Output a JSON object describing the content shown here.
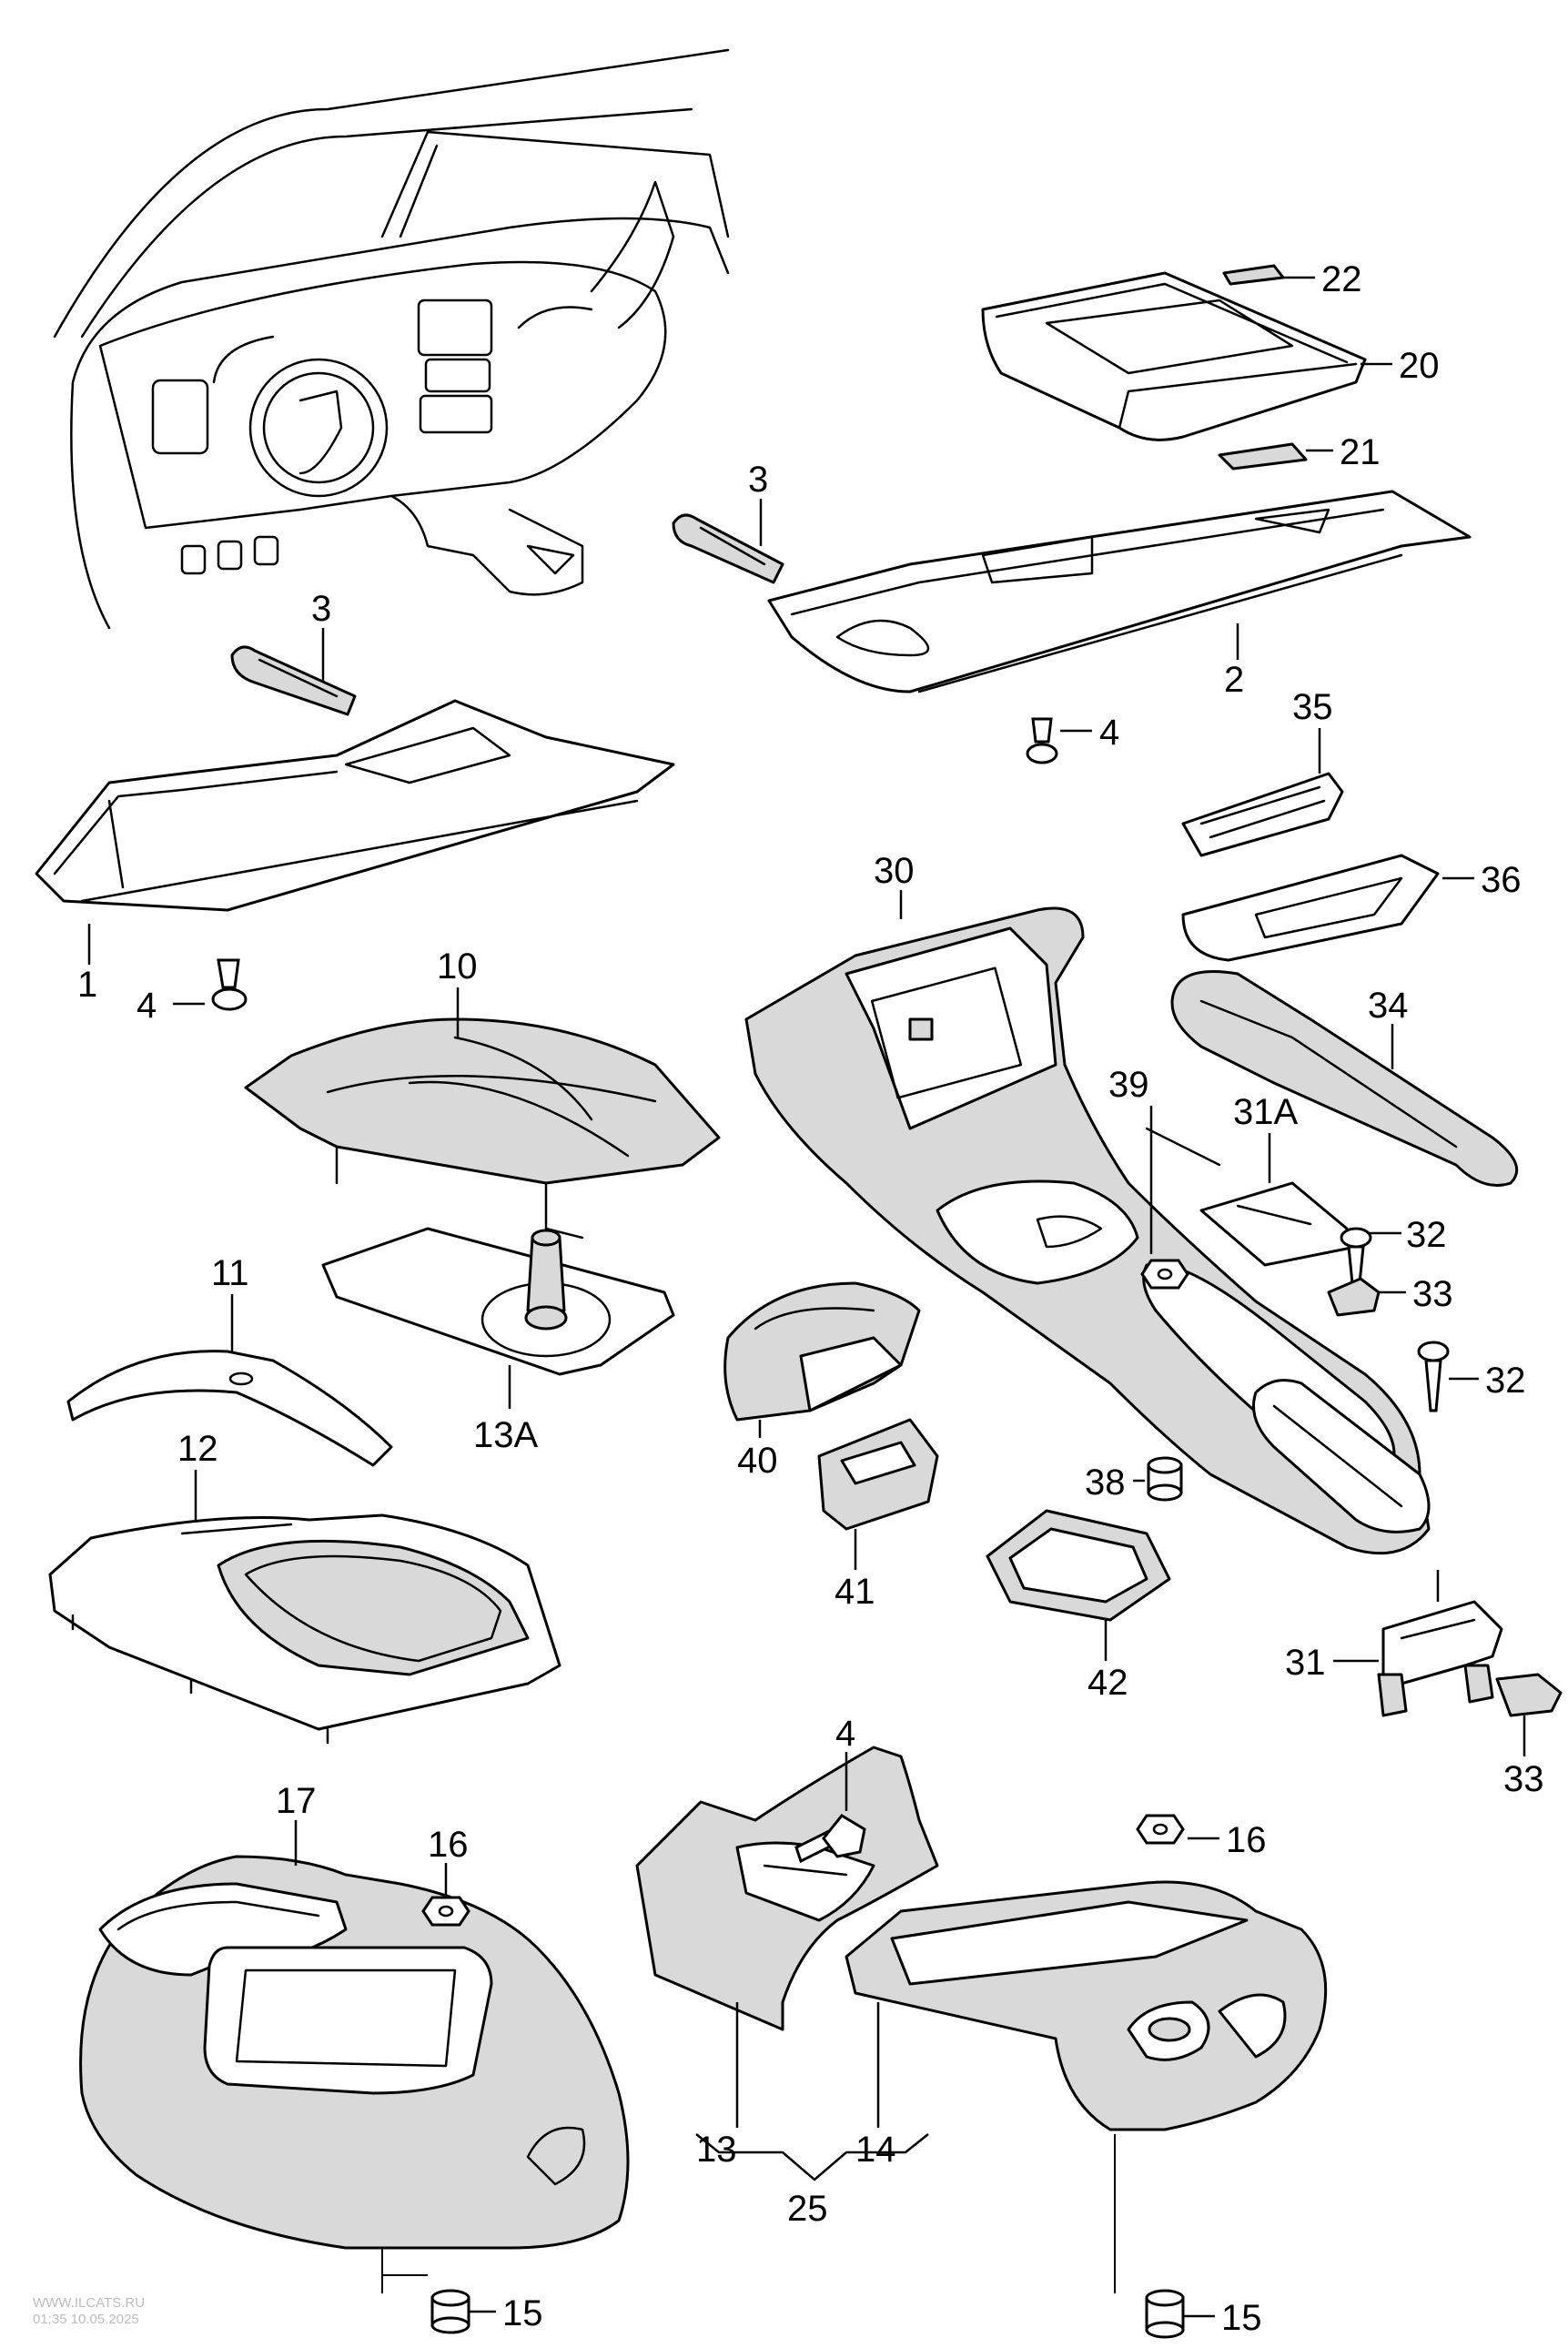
{
  "callouts": [
    {
      "id": "c22",
      "label": "22"
    },
    {
      "id": "c20",
      "label": "20"
    },
    {
      "id": "c21",
      "label": "21"
    },
    {
      "id": "c3a",
      "label": "3"
    },
    {
      "id": "c2",
      "label": "2"
    },
    {
      "id": "c4a",
      "label": "4"
    },
    {
      "id": "c3b",
      "label": "3"
    },
    {
      "id": "c1",
      "label": "1"
    },
    {
      "id": "c4b",
      "label": "4"
    },
    {
      "id": "c35",
      "label": "35"
    },
    {
      "id": "c36",
      "label": "36"
    },
    {
      "id": "c30",
      "label": "30"
    },
    {
      "id": "c34",
      "label": "34"
    },
    {
      "id": "c10",
      "label": "10"
    },
    {
      "id": "c39",
      "label": "39"
    },
    {
      "id": "c31a",
      "label": "31A"
    },
    {
      "id": "c32a",
      "label": "32"
    },
    {
      "id": "c33a",
      "label": "33"
    },
    {
      "id": "c11",
      "label": "11"
    },
    {
      "id": "c13a",
      "label": "13A"
    },
    {
      "id": "c32b",
      "label": "32"
    },
    {
      "id": "c40",
      "label": "40"
    },
    {
      "id": "c38",
      "label": "38"
    },
    {
      "id": "c12",
      "label": "12"
    },
    {
      "id": "c41",
      "label": "41"
    },
    {
      "id": "c42",
      "label": "42"
    },
    {
      "id": "c31",
      "label": "31"
    },
    {
      "id": "c33b",
      "label": "33"
    },
    {
      "id": "c4c",
      "label": "4"
    },
    {
      "id": "c17",
      "label": "17"
    },
    {
      "id": "c16a",
      "label": "16"
    },
    {
      "id": "c16b",
      "label": "16"
    },
    {
      "id": "c13",
      "label": "13"
    },
    {
      "id": "c14",
      "label": "14"
    },
    {
      "id": "c25",
      "label": "25"
    },
    {
      "id": "c15a",
      "label": "15"
    },
    {
      "id": "c15b",
      "label": "15"
    }
  ],
  "watermark": {
    "line1": "WWW.ILCATS.RU",
    "line2": "01:35 10.05.2025"
  }
}
